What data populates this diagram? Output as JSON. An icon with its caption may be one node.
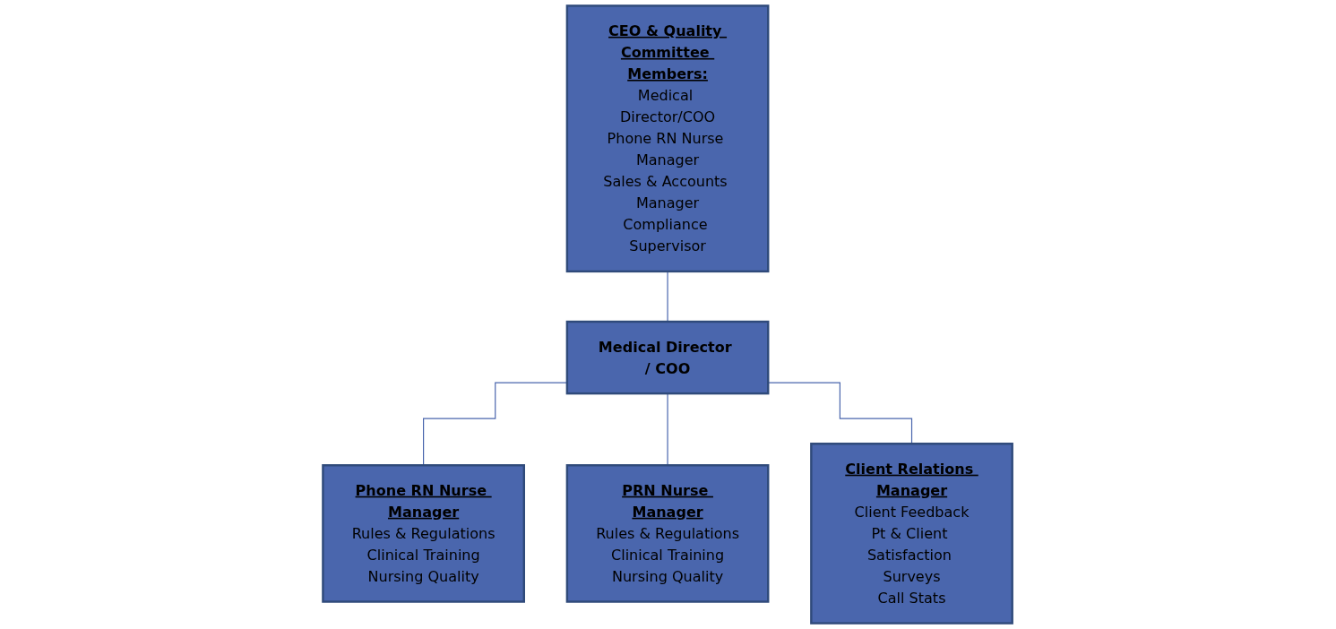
{
  "diagram": {
    "nodes": [
      {
        "text": [
          "CEO & Quality Committee Members:",
          "Medical Director/COO",
          "Phone RN Nurse Manager",
          "Sales & Accounts Manager",
          "Compliance Supervisor"
        ]
      },
      {
        "text": [
          "Medical Director / COO"
        ]
      },
      {
        "text": [
          "Phone RN Nurse Manager",
          "Rules & Regulations",
          "Clinical Training",
          "Nursing Quality"
        ]
      },
      {
        "text": [
          "PRN Nurse Manager",
          "Rules & Regulations",
          "Clinical Training",
          "Nursing Quality"
        ]
      },
      {
        "text": [
          "Client Relations Manager",
          "Client Feedback",
          "Pt & Client Satisfaction Surveys",
          "Call Stats"
        ]
      }
    ],
    "edges": [
      {
        "from": 0,
        "to": 1,
        "arrow": "none"
      },
      {
        "from": 1,
        "to": 2,
        "arrow": "none"
      },
      {
        "from": 1,
        "to": 3,
        "arrow": "none"
      },
      {
        "from": 1,
        "to": 4,
        "arrow": "none"
      }
    ]
  }
}
